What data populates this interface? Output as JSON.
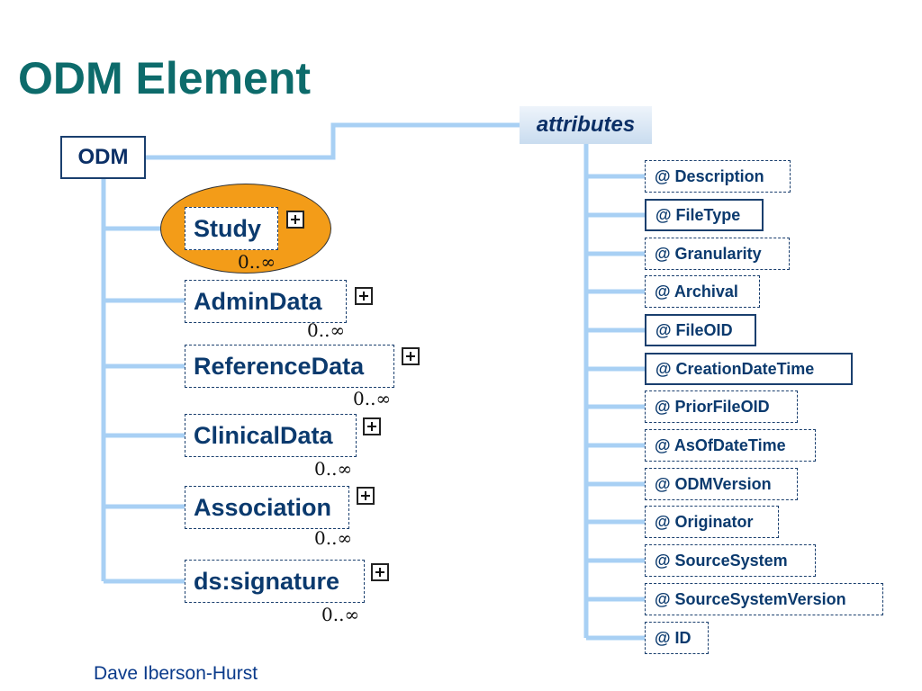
{
  "title": "ODM Element",
  "author": "Dave Iberson-Hurst",
  "root": {
    "label": "ODM"
  },
  "children": [
    {
      "label": "Study",
      "cardinality": "0..∞",
      "highlighted": true
    },
    {
      "label": "AdminData",
      "cardinality": "0..∞"
    },
    {
      "label": "ReferenceData",
      "cardinality": "0..∞"
    },
    {
      "label": "ClinicalData",
      "cardinality": "0..∞"
    },
    {
      "label": "Association",
      "cardinality": "0..∞"
    },
    {
      "label": "ds:signature",
      "cardinality": "0..∞"
    }
  ],
  "attributes": {
    "header": "attributes",
    "items": [
      {
        "label": "@ Description",
        "required": false
      },
      {
        "label": "@ FileType",
        "required": true
      },
      {
        "label": "@ Granularity",
        "required": false
      },
      {
        "label": "@ Archival",
        "required": false
      },
      {
        "label": "@ FileOID",
        "required": true
      },
      {
        "label": "@ CreationDateTime",
        "required": true
      },
      {
        "label": "@ PriorFileOID",
        "required": false
      },
      {
        "label": "@ AsOfDateTime",
        "required": false
      },
      {
        "label": "@ ODMVersion",
        "required": false
      },
      {
        "label": "@ Originator",
        "required": false
      },
      {
        "label": "@ SourceSystem",
        "required": false
      },
      {
        "label": "@ SourceSystemVersion",
        "required": false
      },
      {
        "label": "@ ID",
        "required": false
      }
    ]
  },
  "colors": {
    "title": "#0d6b6b",
    "connector": "#a8d0f4",
    "box_border": "#1a3f6e",
    "box_text": "#0b3a6e",
    "highlight": "#f39c18",
    "author": "#0a3a8a"
  }
}
